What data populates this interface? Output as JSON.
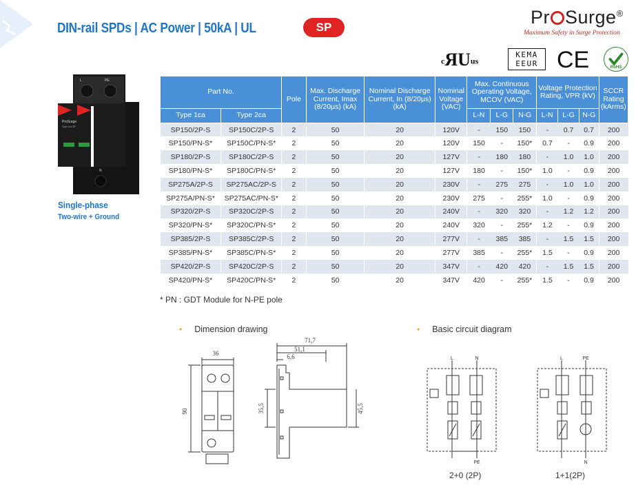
{
  "header": {
    "title": "DIN-rail SPDs | AC Power | 50kA | UL",
    "badge": "SP"
  },
  "logo": {
    "brand_left": "Pr",
    "brand_right": "Surge",
    "registered": "®",
    "tagline": "Maximum Safety in Surge Protection"
  },
  "certifications": {
    "ul_prefix": "c",
    "ul_mark": "ЯU",
    "ul_suffix": "us",
    "kema_top": "KEMA",
    "kema_bottom": "EEUR",
    "ce": "CE",
    "rohs": "RoHS"
  },
  "product": {
    "caption_line1": "Single-phase",
    "caption_line2": "Two-wire + Ground",
    "terminal_l": "L",
    "terminal_pe": "PE",
    "terminal_n": "N",
    "module_brand": "ProSurge",
    "module_type": "Type 1ca SP"
  },
  "table": {
    "h_part_no": "Part No.",
    "h_type1": "Type 1ca",
    "h_type2": "Type 2ca",
    "h_pole": "Pole",
    "h_imax": "Max. Discharge Current, Imax (8/20µs) (kA)",
    "h_in": "Nominal Discharge Current, In (8/20µs) (kA)",
    "h_voltage": "Nominal Voltage (VAC)",
    "h_mcov": "Max. Continuous Operating Voltage, MCOV (VAC)",
    "h_vpr": "Voltage Protection Rating, VPR (kV)",
    "h_sccr": "SCCR Rating (kArms)",
    "h_ln": "L-N",
    "h_lg": "L-G",
    "h_ng": "N-G",
    "rows": [
      [
        "SP150/2P-S",
        "SP150C/2P-S",
        "2",
        "50",
        "20",
        "120V",
        "-",
        "150",
        "150",
        "-",
        "0.7",
        "0.7",
        "200"
      ],
      [
        "SP150/PN-S*",
        "SP150C/PN-S*",
        "2",
        "50",
        "20",
        "120V",
        "150",
        "-",
        "150*",
        "0.7",
        "-",
        "0.9",
        "200"
      ],
      [
        "SP180/2P-S",
        "SP180C/2P-S",
        "2",
        "50",
        "20",
        "127V",
        "-",
        "180",
        "180",
        "-",
        "1.0",
        "1.0",
        "200"
      ],
      [
        "SP180/PN-S*",
        "SP180C/PN-S*",
        "2",
        "50",
        "20",
        "127V",
        "180",
        "-",
        "150*",
        "1.0",
        "-",
        "0.9",
        "200"
      ],
      [
        "SP275A/2P-S",
        "SP275AC/2P-S",
        "2",
        "50",
        "20",
        "230V",
        "-",
        "275",
        "275",
        "-",
        "1.0",
        "1.0",
        "200"
      ],
      [
        "SP275A/PN-S*",
        "SP275AC/PN-S*",
        "2",
        "50",
        "20",
        "230V",
        "275",
        "-",
        "255*",
        "1.0",
        "-",
        "0.9",
        "200"
      ],
      [
        "SP320/2P-S",
        "SP320C/2P-S",
        "2",
        "50",
        "20",
        "240V",
        "-",
        "320",
        "320",
        "-",
        "1.2",
        "1.2",
        "200"
      ],
      [
        "SP320/PN-S*",
        "SP320C/PN-S*",
        "2",
        "50",
        "20",
        "240V",
        "320",
        "-",
        "255*",
        "1.2",
        "-",
        "0.9",
        "200"
      ],
      [
        "SP385/2P-S",
        "SP385C/2P-S",
        "2",
        "50",
        "20",
        "277V",
        "-",
        "385",
        "385",
        "-",
        "1.5",
        "1.5",
        "200"
      ],
      [
        "SP385/PN-S*",
        "SP385C/PN-S*",
        "2",
        "50",
        "20",
        "277V",
        "385",
        "-",
        "255*",
        "1.5",
        "-",
        "0.9",
        "200"
      ],
      [
        "SP420/2P-S",
        "SP420C/2P-S",
        "2",
        "50",
        "20",
        "347V",
        "-",
        "420",
        "420",
        "-",
        "1.5",
        "1.5",
        "200"
      ],
      [
        "SP420/PN-S*",
        "SP420C/PN-S*",
        "2",
        "50",
        "20",
        "347V",
        "420",
        "-",
        "255*",
        "1.5",
        "-",
        "0.9",
        "200"
      ]
    ]
  },
  "footnote": "* PN : GDT Module for N-PE pole",
  "dimension": {
    "label": "Dimension drawing",
    "w36": "36",
    "h90": "90",
    "d71_7": "71,7",
    "d51_1": "51,1",
    "d6_6": "6,6",
    "d35_5": "35,5",
    "d45_5": "45,5"
  },
  "circuit": {
    "label": "Basic circuit diagram",
    "left_caption": "2+0 (2P)",
    "right_caption": "1+1(2P)",
    "l": "L",
    "n": "N",
    "pe": "PE"
  },
  "colors": {
    "accent_blue": "#1f76c9",
    "header_blue": "#4a90d9",
    "badge_red": "#e02424",
    "row_shade": "#dfe6ef"
  }
}
